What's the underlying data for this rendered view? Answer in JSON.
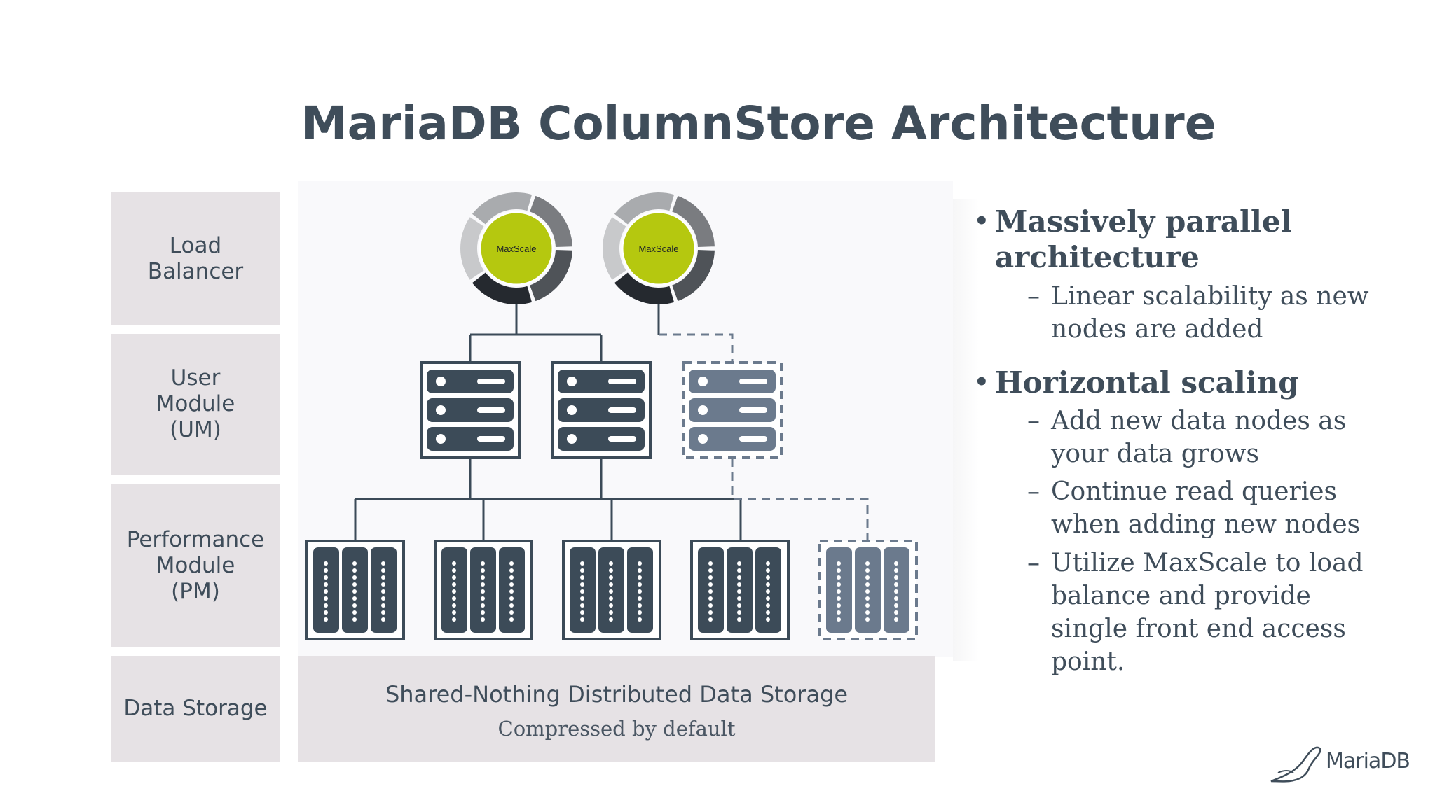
{
  "title": "MariaDB ColumnStore Architecture",
  "layers": {
    "load_balancer": "Load\nBalancer",
    "user_module": "User\nModule\n(UM)",
    "performance_module": "Performance\nModule\n(PM)",
    "data_storage": "Data Storage"
  },
  "maxscale_label": "MaxScale",
  "storage": {
    "title": "Shared-Nothing Distributed Data Storage",
    "subtitle": "Compressed by default"
  },
  "bullets": [
    {
      "text": "Massively parallel architecture",
      "subs": [
        "Linear scalability as new nodes are added"
      ]
    },
    {
      "text": "Horizontal scaling",
      "subs": [
        "Add new data nodes as your data grows",
        "Continue read queries when adding new nodes",
        "Utilize MaxScale to load balance and provide single front end access point."
      ]
    }
  ],
  "logo_text": "MariaDB",
  "colors": {
    "accent_green": "#b5c80f",
    "server_dark": "#3c4b58",
    "server_new": "#6b7a8d",
    "label_bg": "#e6e2e5"
  }
}
